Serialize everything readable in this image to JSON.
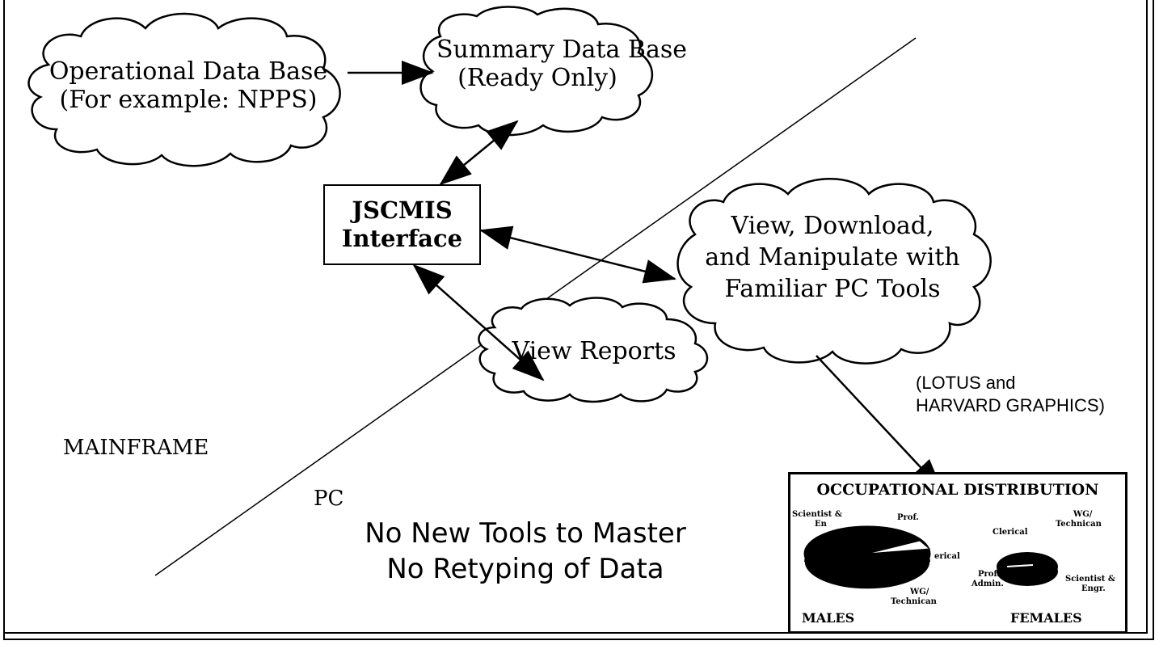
{
  "clouds": {
    "operational": {
      "line1": "Operational Data Base",
      "line2": "(For example:  NPPS)"
    },
    "summary": {
      "line1": "Summary Data Base",
      "line2": "(Ready Only)"
    },
    "view_download": {
      "line1": "View, Download,",
      "line2": "and Manipulate with",
      "line3": "Familiar PC Tools"
    },
    "view_reports": {
      "line1": "View Reports"
    }
  },
  "interface_box": {
    "line1": "JSCMIS",
    "line2": "Interface"
  },
  "tools_note": {
    "line1": "(LOTUS and",
    "line2": "HARVARD GRAPHICS)"
  },
  "regions": {
    "mainframe": "MAINFRAME",
    "pc": "PC"
  },
  "slogan": {
    "line1": "No New Tools to Master",
    "line2": "No Retyping of Data"
  },
  "chart": {
    "title": "OCCUPATIONAL DISTRIBUTION",
    "males": {
      "label": "MALES",
      "slice_labels": {
        "scientist": "Scientist &",
        "scientist2": "En",
        "prof": "Prof.",
        "clerical": "erical",
        "wg1": "WG/",
        "wg2": "Technican"
      }
    },
    "females": {
      "label": "FEMALES",
      "slice_labels": {
        "clerical": "Clerical",
        "wg1": "WG/",
        "wg2": "Technican",
        "prof1": "Prof.",
        "prof2": "Admin.",
        "sci1": "Scientist &",
        "sci2": "Engr."
      }
    }
  }
}
